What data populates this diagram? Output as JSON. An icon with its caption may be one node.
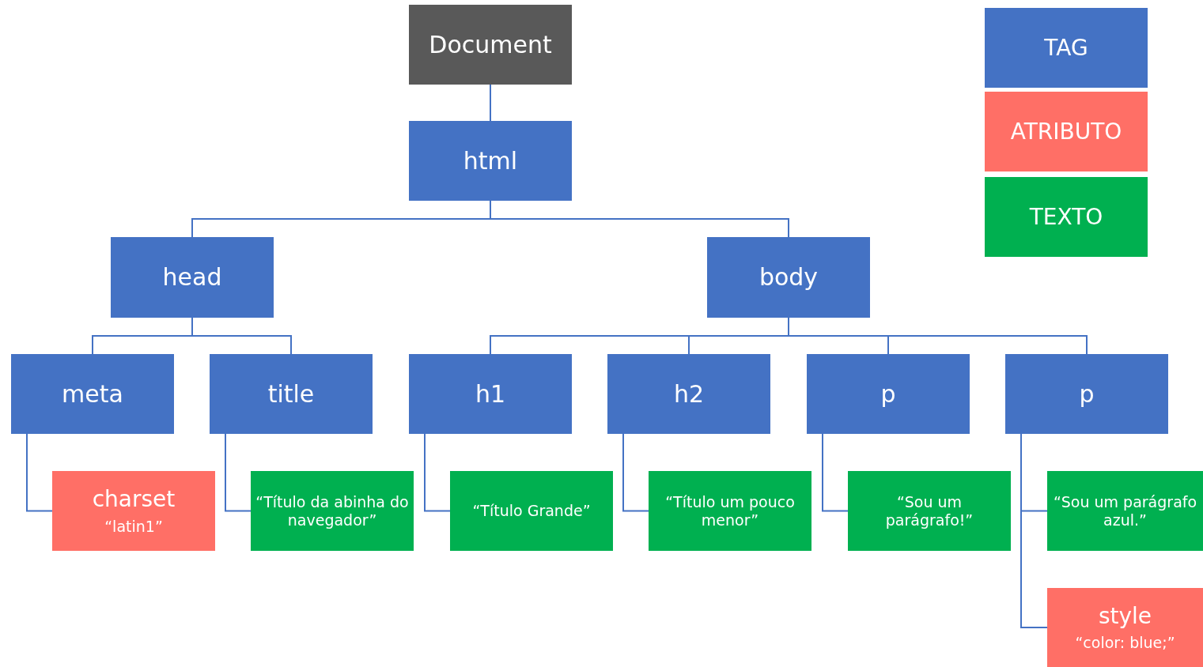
{
  "diagram": {
    "nodes": [
      {
        "text": [
          "Document"
        ]
      },
      {
        "text": [
          "html"
        ]
      },
      {
        "text": [
          "head"
        ]
      },
      {
        "text": [
          "body"
        ]
      },
      {
        "text": [
          "meta"
        ]
      },
      {
        "text": [
          "title"
        ]
      },
      {
        "text": [
          "h1"
        ]
      },
      {
        "text": [
          "h2"
        ]
      },
      {
        "text": [
          "p"
        ]
      },
      {
        "text": [
          "p"
        ]
      },
      {
        "text": [
          "charset",
          "“latin1”"
        ]
      },
      {
        "text": [
          "“Título da abinha do navegador”"
        ]
      },
      {
        "text": [
          "“Título Grande”"
        ]
      },
      {
        "text": [
          "“Título um pouco menor”"
        ]
      },
      {
        "text": [
          "“Sou um parágrafo!”"
        ]
      },
      {
        "text": [
          "“Sou um parágrafo azul.”"
        ]
      },
      {
        "text": [
          "style",
          "“color: blue;”"
        ]
      }
    ],
    "edges": [
      {
        "from": 0,
        "to": 1,
        "arrow": "none"
      },
      {
        "from": 1,
        "to": 2,
        "arrow": "none"
      },
      {
        "from": 1,
        "to": 3,
        "arrow": "none"
      },
      {
        "from": 2,
        "to": 4,
        "arrow": "none"
      },
      {
        "from": 2,
        "to": 5,
        "arrow": "none"
      },
      {
        "from": 3,
        "to": 6,
        "arrow": "none"
      },
      {
        "from": 3,
        "to": 7,
        "arrow": "none"
      },
      {
        "from": 3,
        "to": 8,
        "arrow": "none"
      },
      {
        "from": 3,
        "to": 9,
        "arrow": "none"
      },
      {
        "from": 4,
        "to": 10,
        "arrow": "none"
      },
      {
        "from": 5,
        "to": 11,
        "arrow": "none"
      },
      {
        "from": 6,
        "to": 12,
        "arrow": "none"
      },
      {
        "from": 7,
        "to": 13,
        "arrow": "none"
      },
      {
        "from": 8,
        "to": 14,
        "arrow": "none"
      },
      {
        "from": 9,
        "to": 15,
        "arrow": "none"
      },
      {
        "from": 9,
        "to": 16,
        "arrow": "none"
      }
    ],
    "legend": [
      {
        "text": "TAG",
        "color": "#4472c4"
      },
      {
        "text": "ATRIBUTO",
        "color": "#ff6f66"
      },
      {
        "text": "TEXTO",
        "color": "#00b050"
      }
    ]
  }
}
